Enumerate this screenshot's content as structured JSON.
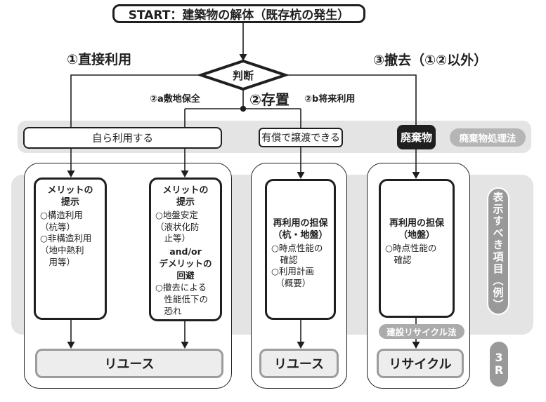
{
  "start": {
    "label": "START：建築物の解体（既存杭の発生）"
  },
  "decision": {
    "label": "判断"
  },
  "branches": {
    "direct_use": "①直接利用",
    "leave_in_place": "②存置",
    "site_preservation": "②a敷地保全",
    "future_use": "②b将来利用",
    "removal": "③撤去（①②以外）"
  },
  "band": {
    "self_use": "自ら利用する",
    "paid_transfer": "有償で譲渡できる",
    "waste": "廃棄物",
    "waste_law": "廃棄物処理法"
  },
  "boxes": {
    "box1": {
      "header": "メリットの\n提示",
      "body": "○構造利用\n（杭等）\n○非構造利用\n（地中熱利\n　用等）"
    },
    "box2": {
      "header": "メリットの\n提示",
      "body1": "○地盤安定\n（液状化防\n　止等）",
      "mid": "and/or\nデメリットの\n回避",
      "body2": "○撤去による\n　性能低下の\n　恐れ"
    },
    "box3": {
      "header": "再利用の担保\n（杭・地盤）",
      "body": "○時点性能の\n　確認\n○利用計画\n　（概要）"
    },
    "box4": {
      "header": "再利用の担保\n（地盤）",
      "body": "○時点性能の\n　確認"
    }
  },
  "outcomes": {
    "reuse_left": "リユース",
    "reuse_mid": "リユース",
    "recycle": "リサイクル"
  },
  "side": {
    "display_items": "表示すべき項目（例）",
    "recycle_law": "建設リサイクル法",
    "three_r": "3\nR"
  },
  "colors": {
    "ink": "#1f1f1f",
    "panel": "#e4e4e4",
    "pill-dark": "#999999",
    "pill-mid": "#ababab",
    "pill-light": "#b5b5b5",
    "outcome-fill": "#ededed",
    "outcome-border": "#9c9c9c"
  }
}
